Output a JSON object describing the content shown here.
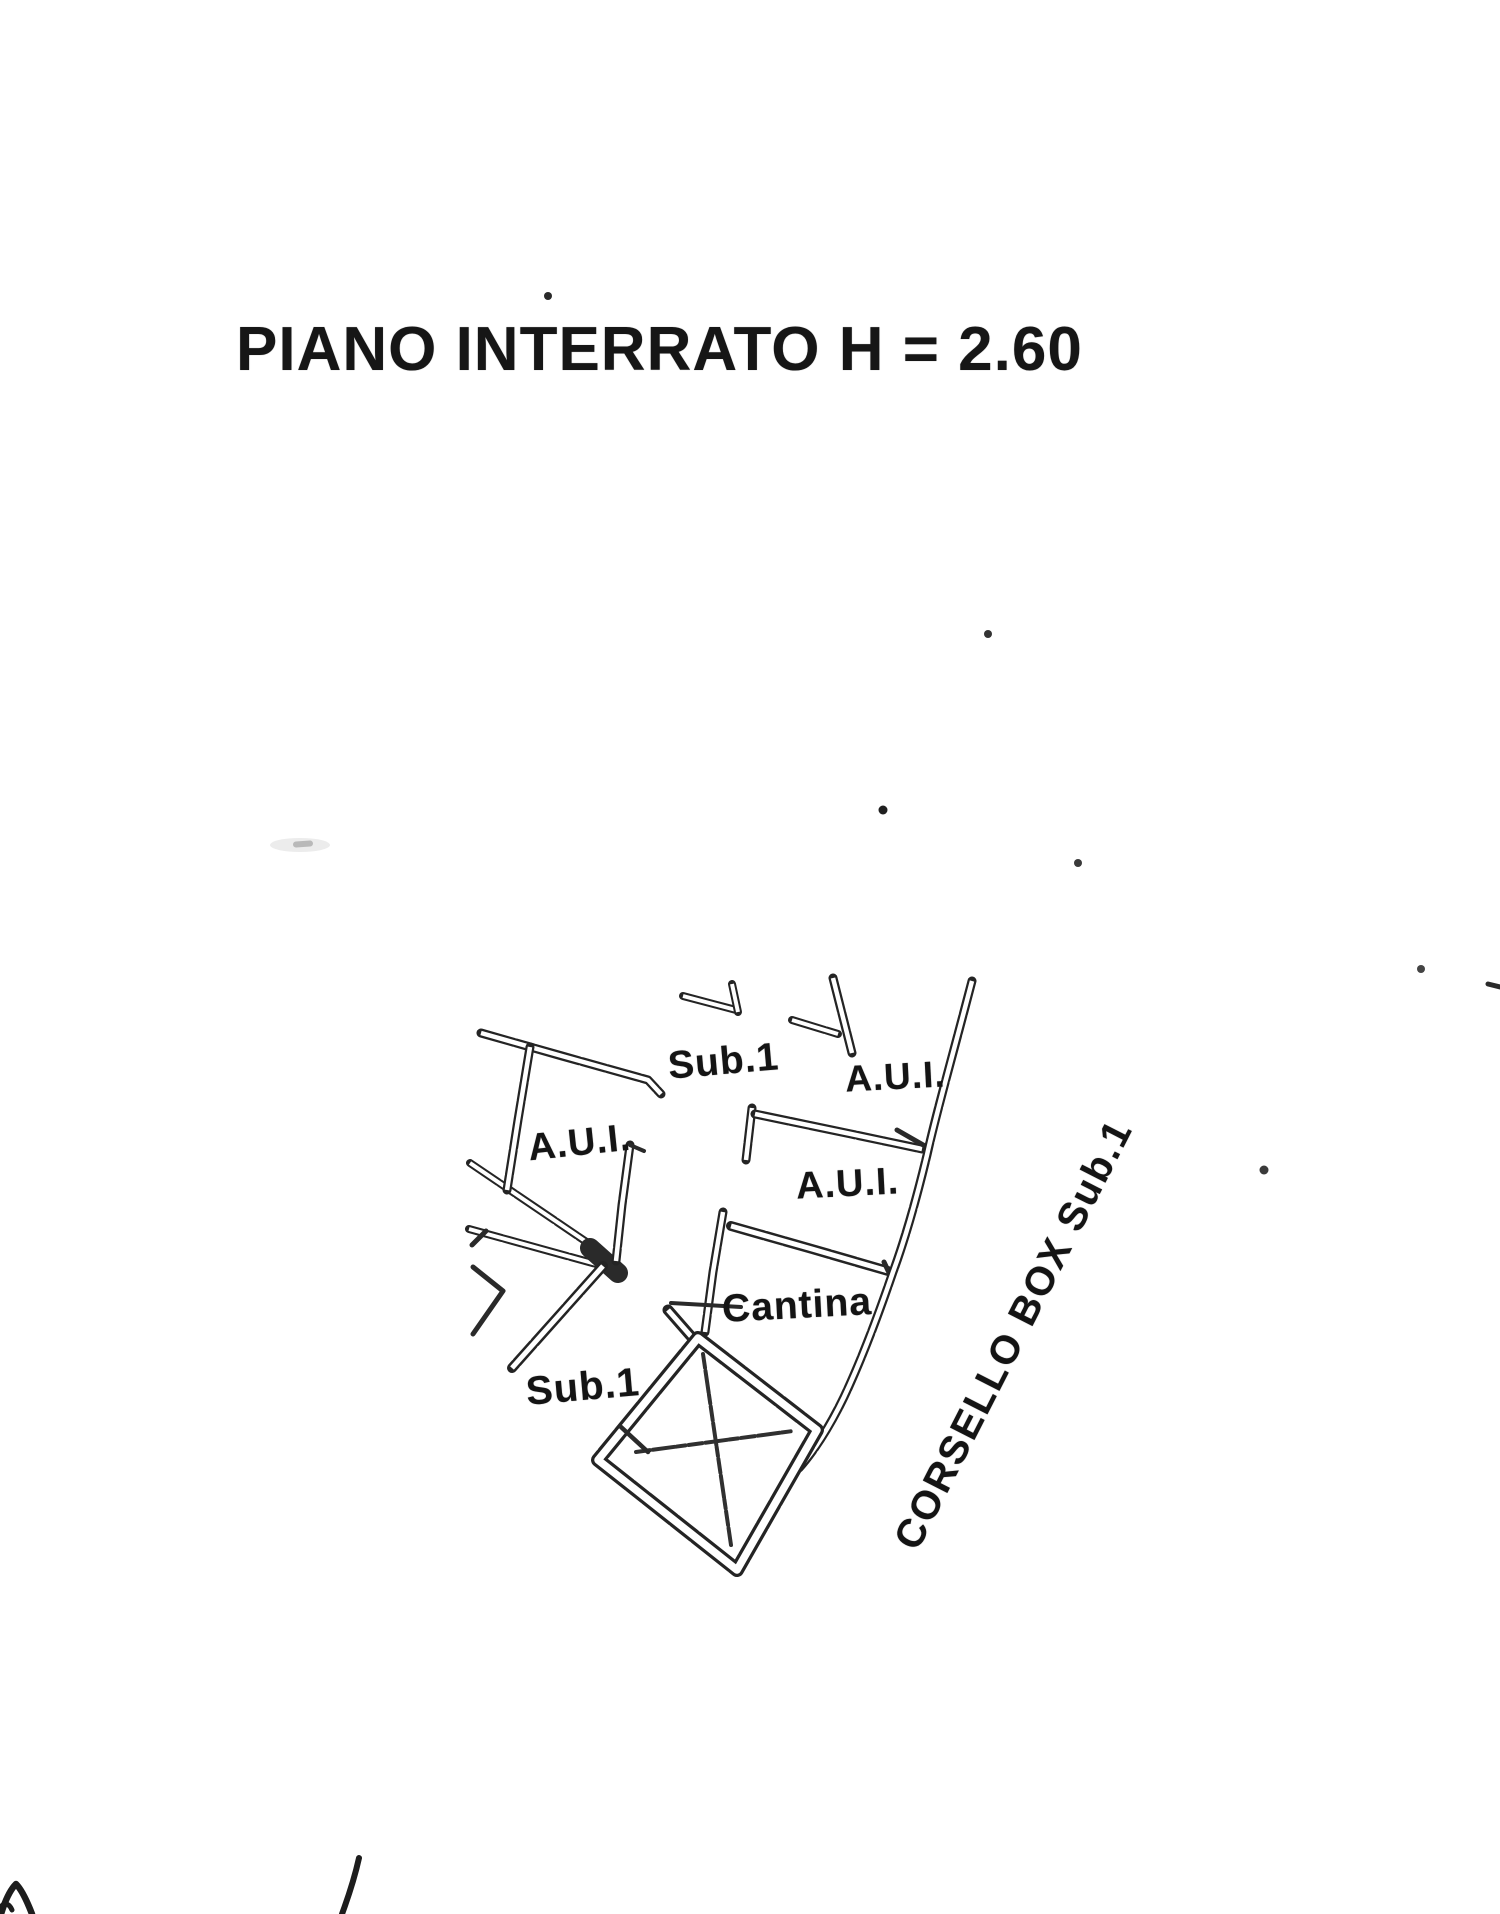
{
  "document": {
    "title": "PIANO INTERRATO H = 2.60"
  },
  "plan": {
    "labels": [
      {
        "id": "sub1-top",
        "text": "Sub.1"
      },
      {
        "id": "aui-top-right",
        "text": "A.U.I."
      },
      {
        "id": "aui-left",
        "text": "A.U.I."
      },
      {
        "id": "aui-mid",
        "text": "A.U.I."
      },
      {
        "id": "cantina",
        "text": "Cantina"
      },
      {
        "id": "sub1-bottom",
        "text": "Sub.1"
      },
      {
        "id": "corsello-box",
        "text": "CORSELLO BOX Sub.1"
      }
    ],
    "symbols": [
      {
        "id": "shaft-x-symbol",
        "meaning": "square-room-crossed-by-X"
      },
      {
        "id": "handwriting-marks",
        "meaning": "pen-strokes-bottom-edge"
      }
    ]
  },
  "colors": {
    "ink": "#242424",
    "paper": "#ffffff"
  }
}
